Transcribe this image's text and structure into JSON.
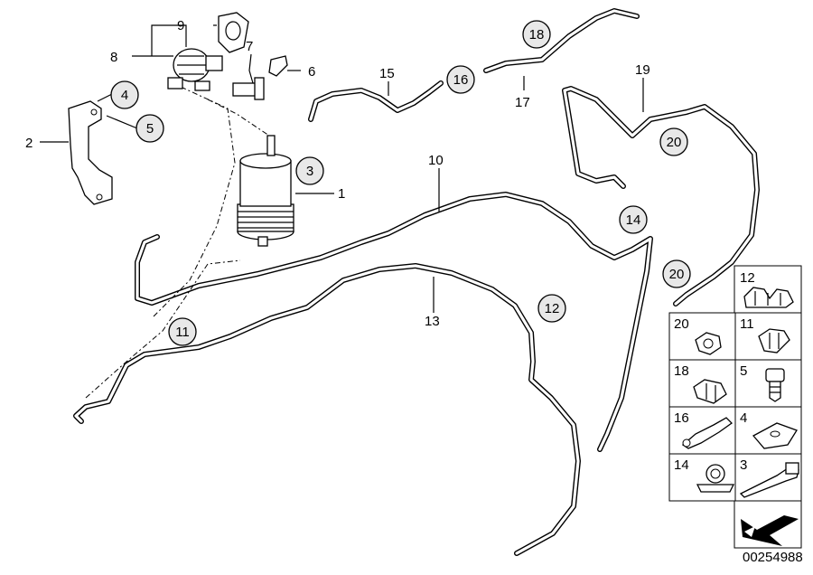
{
  "diagram": {
    "plain_labels": {
      "p1": "1",
      "p2": "2",
      "p6": "6",
      "p7": "7",
      "p8": "8",
      "p9": "9",
      "p10": "10",
      "p13": "13",
      "p15": "15",
      "p17": "17",
      "p19": "19"
    },
    "circled_labels": {
      "c3": "3",
      "c4": "4",
      "c5": "5",
      "c11": "11",
      "c12": "12",
      "c14": "14",
      "c16": "16",
      "c18": "18",
      "c20a": "20",
      "c20b": "20"
    },
    "legend_cells": [
      {
        "num": "12"
      },
      {
        "num": "20"
      },
      {
        "num": "11"
      },
      {
        "num": "18"
      },
      {
        "num": "5"
      },
      {
        "num": "16"
      },
      {
        "num": "4"
      },
      {
        "num": "14"
      },
      {
        "num": "3"
      }
    ],
    "image_number": "00254988"
  }
}
